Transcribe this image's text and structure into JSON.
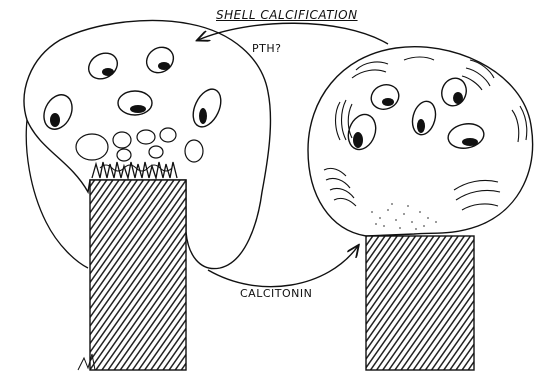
{
  "labels": {
    "title": "SHELL CALCIFICATION",
    "top_arrow": "PTH?",
    "bottom_arrow": "CALCITONIN"
  },
  "colors": {
    "ink": "#111111",
    "paper": "#ffffff",
    "hatch": "#222222"
  }
}
